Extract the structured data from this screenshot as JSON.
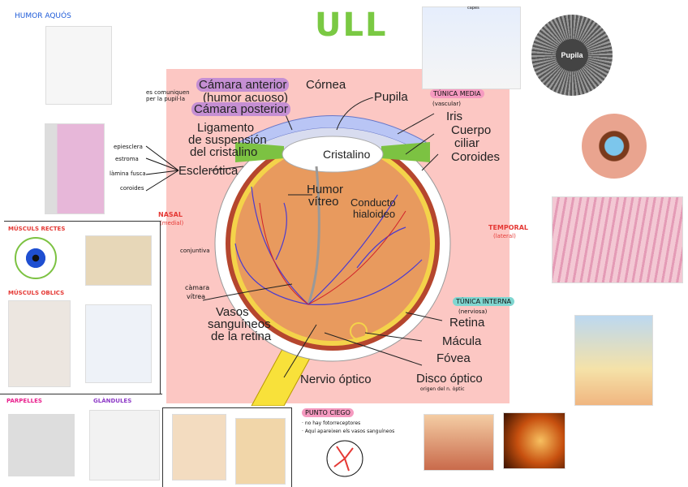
{
  "title": "ULL",
  "colors": {
    "title": "#7ac943",
    "pink_bg": "#fcc7c3",
    "purple_highlight": "#c58fd3",
    "pink_highlight": "#f59ac0",
    "teal_highlight": "#7fd6d0",
    "red_text": "#e53935",
    "blue_text": "#1e5bd8"
  },
  "main_labels": {
    "camara_anterior": "Cámara anterior",
    "humor_acuoso": "(humor acuoso)",
    "camara_posterior": "Cámara posterior",
    "cornea": "Córnea",
    "pupila": "Pupila",
    "iris": "Iris",
    "cuerpo_ciliar_1": "Cuerpo",
    "cuerpo_ciliar_2": "ciliar",
    "coroides": "Coroides",
    "ligamento_1": "Ligamento",
    "ligamento_2": "de suspensión",
    "ligamento_3": "del cristalino",
    "cristalino": "Cristalino",
    "esclerotica": "Esclerótica",
    "humor_vitreo_1": "Humor",
    "humor_vitreo_2": "vítreo",
    "conducto_1": "Conducto",
    "conducto_2": "hialoideo",
    "vasos_1": "Vasos",
    "vasos_2": "sanguíneos",
    "vasos_3": "de la retina",
    "nervio_optico": "Nervio óptico",
    "retina": "Retina",
    "macula": "Mácula",
    "fovea": "Fóvea",
    "disco_optico": "Disco óptico"
  },
  "notes": {
    "humor_acuos": "HUMOR AQUÓS",
    "tunica_media": "TÚNICA MEDIA",
    "tunica_media_sub": "(vascular)",
    "tunica_interna": "TÚNICA INTERNA",
    "tunica_interna_sub": "(nerviosa)",
    "nasal": "NASAL",
    "nasal_sub": "(medial)",
    "temporal": "TEMPORAL",
    "temporal_sub": "(lateral)",
    "esclerotica_layers": [
      "epiesclera",
      "estroma",
      "làmina fusca",
      "coroides"
    ],
    "se_comuniquen": "es comuniquen per la pupil·la",
    "camara_vitrea_1": "càmara",
    "camara_vitrea_2": "vítrea",
    "conjuntiva": "conjuntiva",
    "disco_sub": "origen del n. òptic",
    "capes": "capes",
    "punto_ciego": "PUNTO CIEGO",
    "punto_ciego_items": [
      "· no hay fotorreceptores",
      "· Aquí apareixen els vasos sanguíneos"
    ],
    "muscles_rectes": "MÚSCULS RECTES",
    "muscles_oblics": "MÚSCULS OBLICS",
    "parpelles": "PARPELLES",
    "glandules": "GLÀNDULES",
    "pupila_img": "Pupila"
  }
}
